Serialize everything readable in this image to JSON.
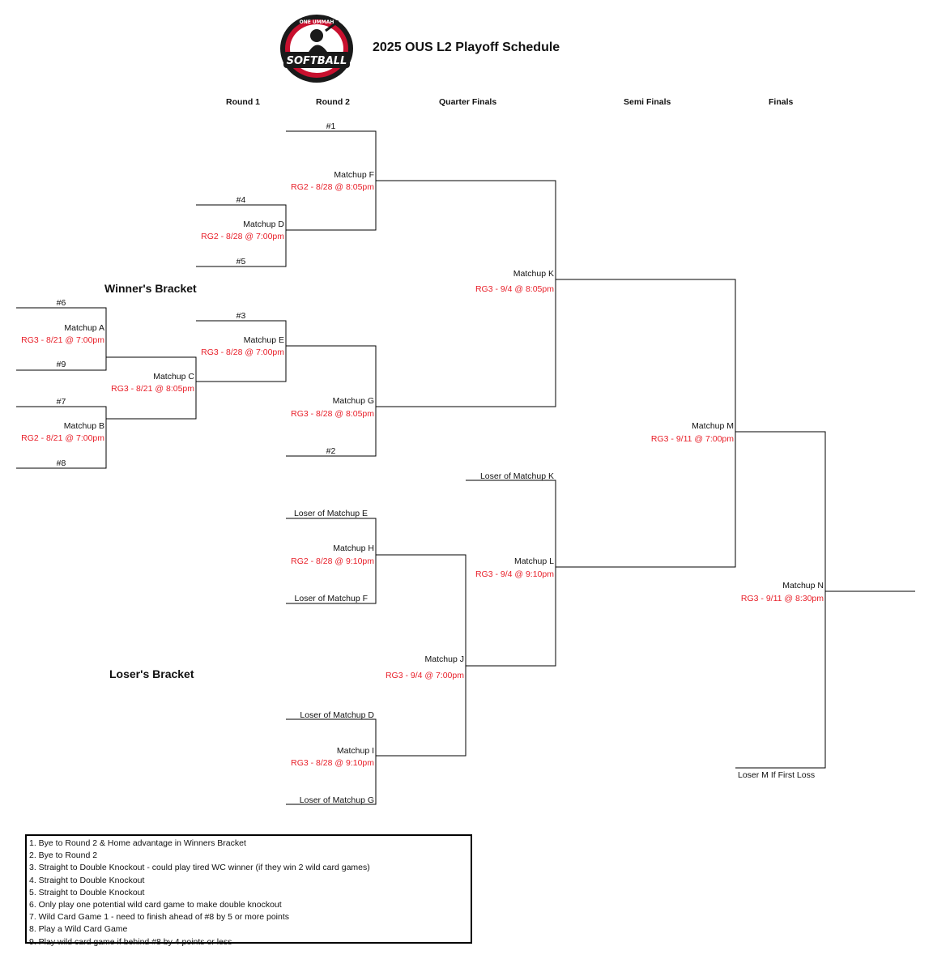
{
  "title": "2025 OUS L2 Playoff Schedule",
  "logo": {
    "arc_text": "ONE UMMAH",
    "main_text": "SOFTBALL",
    "colors": {
      "ring": "#1a1a1a",
      "accent": "#c8102e"
    }
  },
  "colors": {
    "schedule_text": "#e8202a",
    "line": "#000000"
  },
  "rounds": [
    "Round 1",
    "Round 2",
    "Quarter Finals",
    "Semi Finals",
    "Finals"
  ],
  "sections": {
    "winners": "Winner's Bracket",
    "losers": "Loser's Bracket"
  },
  "seeds": {
    "s1": "#1",
    "s2": "#2",
    "s3": "#3",
    "s4": "#4",
    "s5": "#5",
    "s6": "#6",
    "s7": "#7",
    "s8": "#8",
    "s9": "#9"
  },
  "matchups": {
    "A": {
      "name": "Matchup A",
      "schedule": "RG3 - 8/21 @ 7:00pm"
    },
    "B": {
      "name": "Matchup B",
      "schedule": "RG2 - 8/21 @ 7:00pm"
    },
    "C": {
      "name": "Matchup C",
      "schedule": "RG3 - 8/21 @ 8:05pm"
    },
    "D": {
      "name": "Matchup D",
      "schedule": "RG2 - 8/28 @ 7:00pm"
    },
    "E": {
      "name": "Matchup E",
      "schedule": "RG3 - 8/28 @ 7:00pm"
    },
    "F": {
      "name": "Matchup F",
      "schedule": "RG2 - 8/28 @ 8:05pm"
    },
    "G": {
      "name": "Matchup G",
      "schedule": "RG3 - 8/28 @ 8:05pm"
    },
    "H": {
      "name": "Matchup H",
      "schedule": "RG2 - 8/28 @ 9:10pm"
    },
    "I": {
      "name": "Matchup I",
      "schedule": "RG3 - 8/28 @ 9:10pm"
    },
    "J": {
      "name": "Matchup J",
      "schedule": "RG3 - 9/4 @ 7:00pm"
    },
    "K": {
      "name": "Matchup K",
      "schedule": "RG3 - 9/4 @ 8:05pm"
    },
    "L": {
      "name": "Matchup L",
      "schedule": "RG3 - 9/4 @ 9:10pm"
    },
    "M": {
      "name": "Matchup M",
      "schedule": "RG3 - 9/11 @ 7:00pm"
    },
    "N": {
      "name": "Matchup N",
      "schedule": "RG3 - 9/11 @ 8:30pm"
    }
  },
  "losers": {
    "E": "Loser of Matchup E",
    "F": "Loser of Matchup F",
    "D": "Loser of Matchup D",
    "G": "Loser of Matchup G",
    "K": "Loser of Matchup K",
    "M": "Loser M If First Loss"
  },
  "notes": [
    "1. Bye to Round 2 & Home advantage in Winners Bracket",
    "2. Bye to Round 2",
    "3. Straight to Double Knockout - could play tired WC winner (if they win 2 wild card games)",
    "4. Straight to Double Knockout",
    "5. Straight to Double Knockout",
    "6. Only play one potential wild card game to make double knockout",
    "7. Wild Card Game 1 - need to finish ahead of #8 by 5 or more points",
    "8. Play a Wild Card Game",
    "9. Play wild card game if behind #8 by 4 points or less"
  ]
}
